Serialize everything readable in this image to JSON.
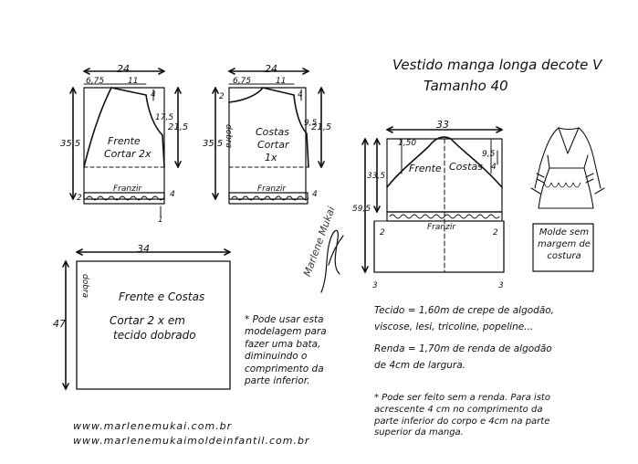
{
  "title": {
    "line1": "Vestido manga longa decote V",
    "line2": "Tamanho 40"
  },
  "front_piece": {
    "label_line1": "Frente",
    "label_line2": "Cortar 2x",
    "top_width": "24",
    "top_left": "6,75",
    "top_right": "11",
    "right_height": "21,5",
    "left_height": "35,5",
    "neck_side": "4",
    "armhole": "17,5",
    "waist_label": "Franzir",
    "bottom_left": "2",
    "bottom_right": "4",
    "bottom_mark": "1"
  },
  "back_piece": {
    "label_line1": "Costas",
    "label_line2": "Cortar",
    "label_line3": "1x",
    "fold_label": "dobra",
    "top_width": "24",
    "top_left": "6,75",
    "top_right": "11",
    "right_height": "21,5",
    "left_height": "35,5",
    "neck_left": "2",
    "neck_side": "4",
    "armhole": "9,5",
    "waist_label": "Franzir",
    "bottom_right": "4"
  },
  "skirt_piece": {
    "label_line1": "Frente e Costas",
    "label_line2": "Cortar 2 x em",
    "label_line3": "tecido dobrado",
    "width": "34",
    "height": "47",
    "fold_label": "dobra"
  },
  "note_left": "* Pode usar esta modelagem para fazer uma bata, diminuindo o comprimento da parte inferior.",
  "sleeve_piece": {
    "label_front": "Frente",
    "label_back": "Costas",
    "top_width": "33",
    "left_top": "1,50",
    "right_top": "9,5",
    "right_small": "4",
    "height_a": "33,5",
    "height_b": "59,5",
    "cuff_label": "Franzir",
    "left_bottom": "2",
    "right_bottom": "2",
    "bottom_left": "3",
    "bottom_right": "3"
  },
  "model_note": "Molde sem margem de costura",
  "materials": {
    "line1": "Tecido = 1,60m de crepe de algodão,",
    "line2": "viscose, lesi, tricoline, popeline...",
    "line3": "Renda = 1,70m de renda de algodão",
    "line4": "de 4cm de largura."
  },
  "note_right": "* Pode ser feito sem a renda. Para isto acrescente 4 cm no comprimento da parte inferior do corpo e 4cm na parte superior da manga.",
  "urls": {
    "line1": "www.marlenemukai.com.br",
    "line2": "www.marlenemukaimoldeinfantil.com.br"
  },
  "signature": "Marlene Mukai"
}
